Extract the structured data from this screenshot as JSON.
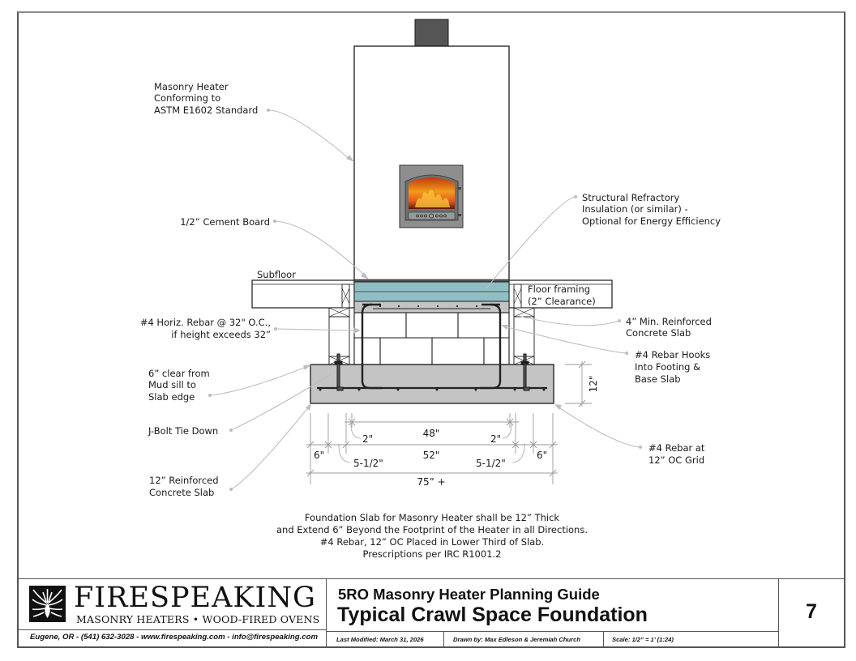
{
  "drawing": {
    "labels": {
      "masonry_heater": [
        "Masonry Heater",
        "Conforming to",
        "ASTM E1602 Standard"
      ],
      "cement_board": "1/2” Cement Board",
      "refractory": [
        "Structural Refractory",
        "Insulation (or similar) -",
        "Optional for Energy Efficiency"
      ],
      "subfloor": "Subfloor",
      "floor_framing": [
        "Floor framing",
        "(2” Clearance)"
      ],
      "horiz_rebar": [
        "#4 Horiz. Rebar @ 32\" O.C.,",
        "if height exceeds 32”"
      ],
      "min_slab": [
        "4” Min. Reinforced",
        "Concrete Slab"
      ],
      "rebar_hooks": [
        "#4 Rebar Hooks",
        "Into Footing &",
        "Base Slab"
      ],
      "clear_from_sill": [
        "6” clear from",
        "Mud sill to",
        "Slab edge"
      ],
      "j_bolt": "J-Bolt Tie Down",
      "reinforced_slab": [
        "12” Reinforced",
        "Concrete Slab"
      ],
      "rebar_grid": [
        "#4 Rebar at",
        "12” OC Grid"
      ]
    },
    "dimensions": {
      "slab_thickness": "12\"",
      "inner_width": "48\"",
      "left_gap_small": "2\"",
      "right_gap_small": "2\"",
      "left_edge": "6\"",
      "right_edge": "6\"",
      "heater_width": "52\"",
      "left_offset": "5-1/2\"",
      "right_offset": "5-1/2\"",
      "total_width": "75” +"
    },
    "notes": [
      "Foundation Slab for Masonry Heater shall be 12” Thick",
      "and Extend 6” Beyond the Footprint of the Heater in all Directions.",
      "#4 Rebar, 12” OC Placed in Lower Third of Slab.",
      "Prescriptions per IRC R1001.2"
    ],
    "colors": {
      "insulation": "#8fbfc4",
      "concrete": "#c4c4c4",
      "chimney": "#555555",
      "door": "#8a8a8a"
    }
  },
  "title_block": {
    "brand": "FIRESPEAKING",
    "tagline": "MASONRY HEATERS • WOOD-FIRED OVENS",
    "contact": "Eugene, OR - (541) 632-3028 - www.firespeaking.com - info@firespeaking.com",
    "guide_title": "5RO Masonry Heater Planning Guide",
    "sheet_title": "Typical Crawl Space Foundation",
    "last_modified": "Last Modified: March 31, 2026",
    "drawn_by": "Drawn by: Max Edleson & Jeremiah Church",
    "scale": "Scale:     1/2” = 1’ (1:24)",
    "page_number": "7"
  }
}
